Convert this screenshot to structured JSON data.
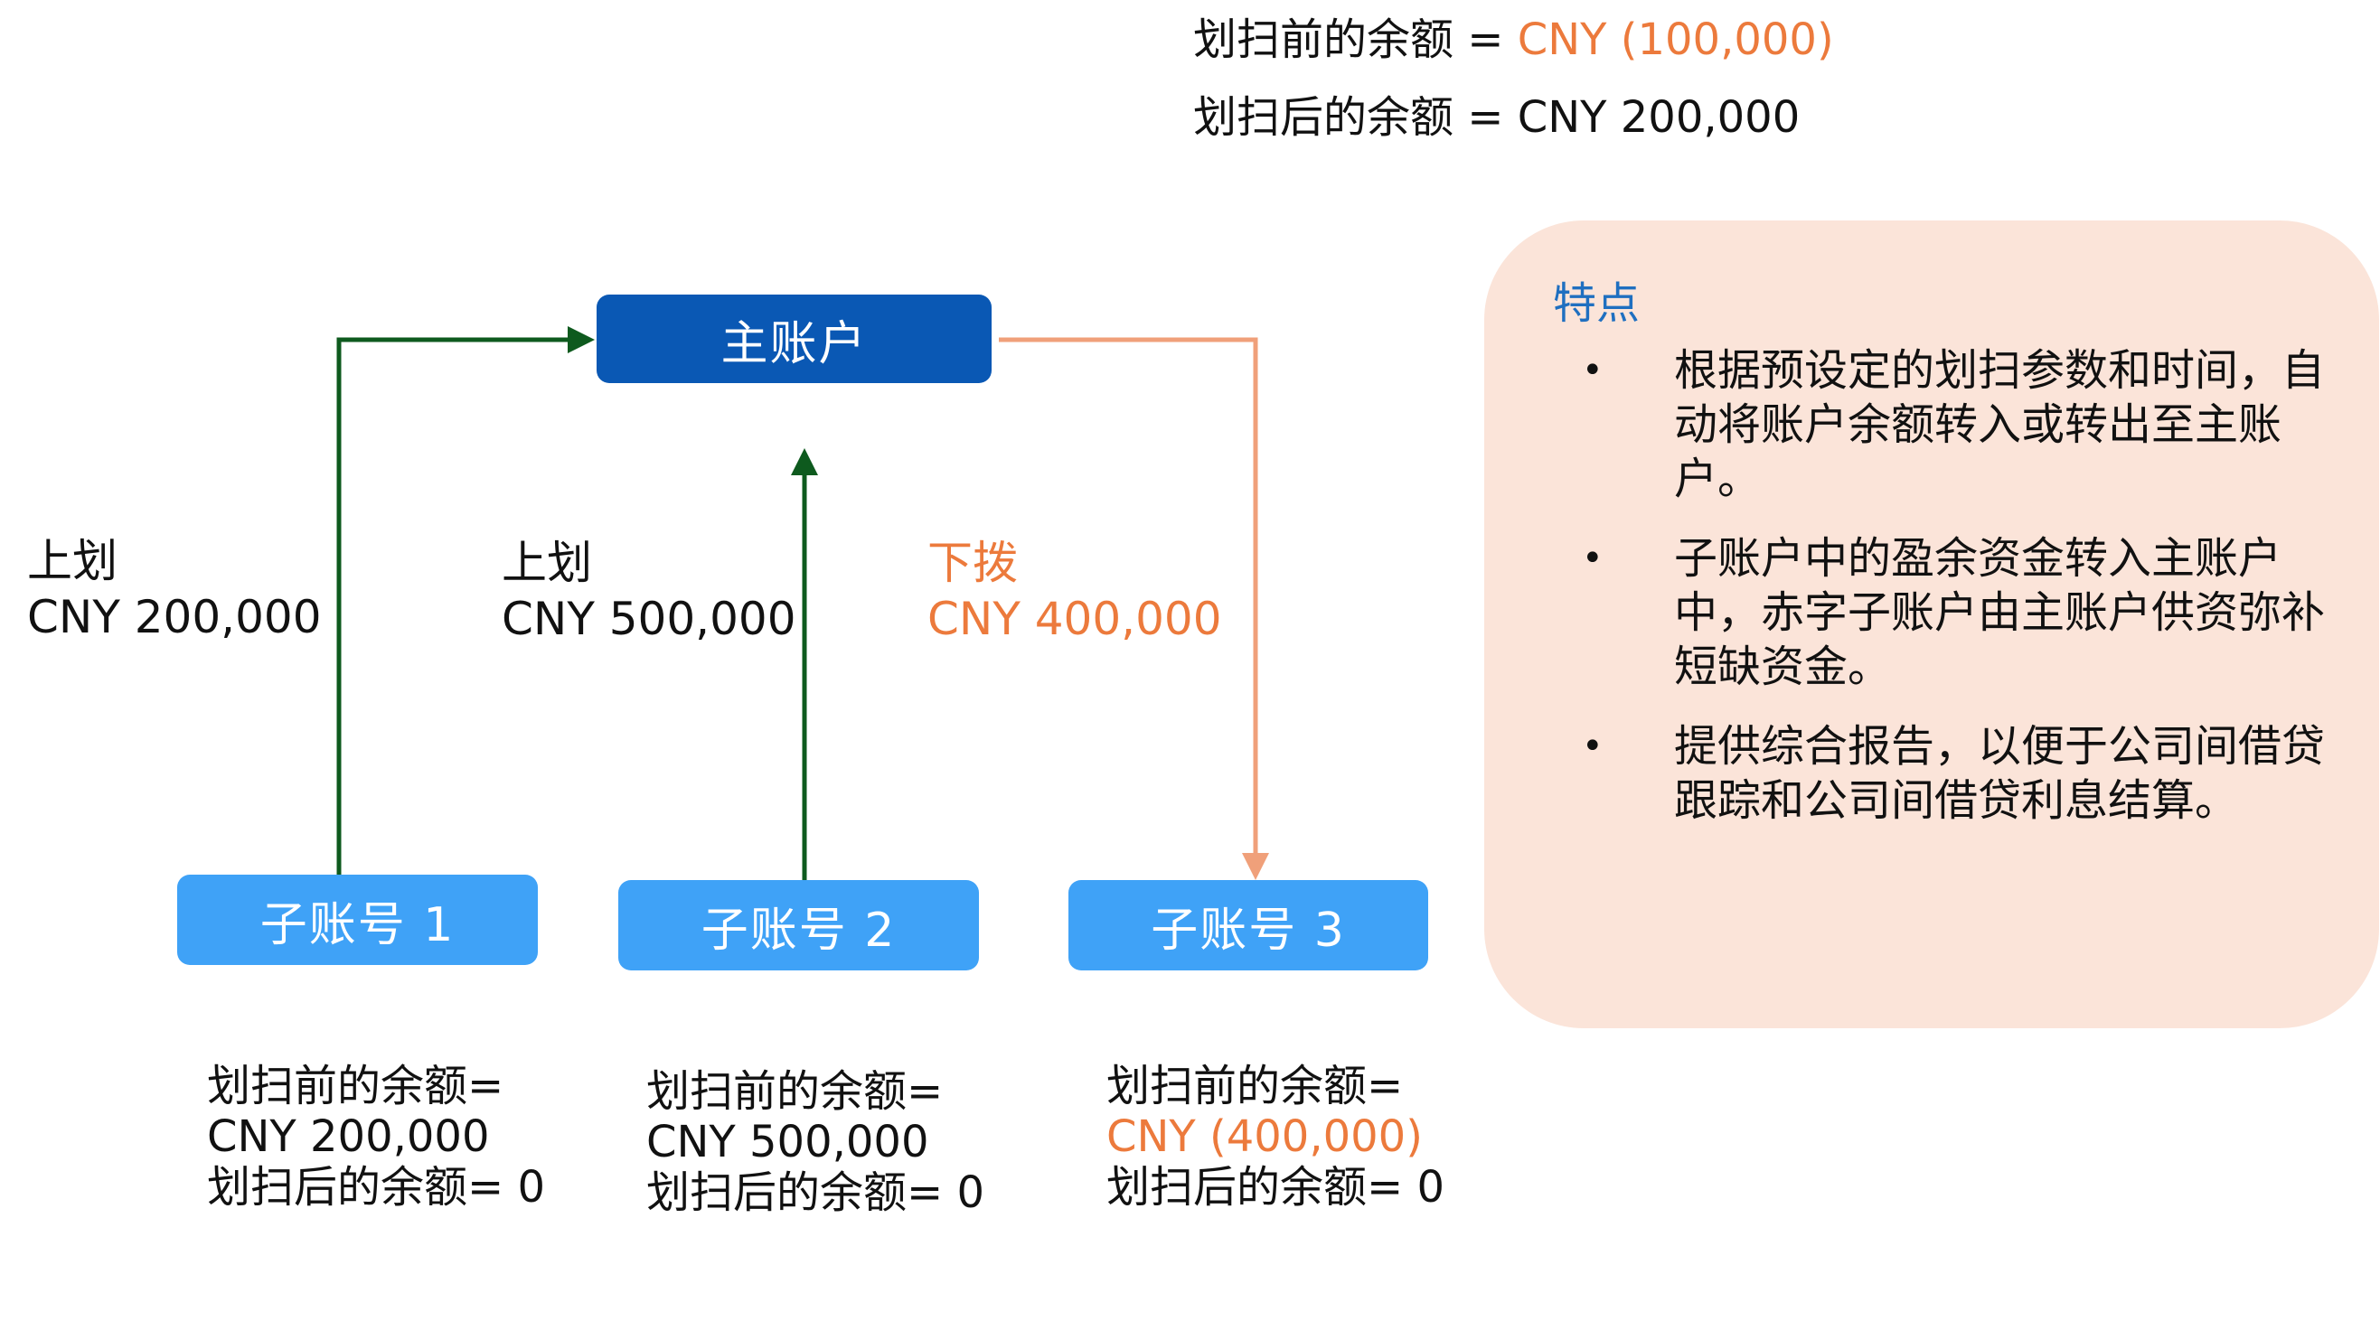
{
  "summary": {
    "before_label": "划扫前的余额 = ",
    "before_value": "CNY (100,000)",
    "after_label": "划扫后的余额 = ",
    "after_value": "CNY 200,000"
  },
  "main_account": {
    "label": "主账户"
  },
  "flows": [
    {
      "direction": "上划",
      "amount": "CNY 200,000"
    },
    {
      "direction": "上划",
      "amount": "CNY 500,000"
    },
    {
      "direction": "下拨",
      "amount": "CNY 400,000"
    }
  ],
  "sub_accounts": [
    {
      "label": "子账号 1",
      "before_label": "划扫前的余额=",
      "before_value": "CNY 200,000",
      "after_text": "划扫后的余额= 0"
    },
    {
      "label": "子账号 2",
      "before_label": "划扫前的余额=",
      "before_value": "CNY 500,000",
      "after_text": "划扫后的余额= 0"
    },
    {
      "label": "子账号 3",
      "before_label": "划扫前的余额=",
      "before_value": "CNY (400,000)",
      "after_text": "划扫后的余额= 0"
    }
  ],
  "features": {
    "title": "特点",
    "bullet_symbol": "•",
    "items": [
      "根据预设定的划扫参数和时间，自动将账户余额转入或转出至主账户。",
      "子账户中的盈余资金转入主账户中，赤字子账户由主账户供资弥补短缺资金。",
      "提供综合报告，以便于公司间借贷跟踪和公司间借贷利息结算。"
    ]
  },
  "colors": {
    "up_arrow": "#0e5a1e",
    "down_arrow": "#f0a07a",
    "main_box": "#0a58b4",
    "sub_box": "#3fa2f7",
    "negative_text": "#ec7a3c",
    "panel_bg": "#fbe4d9",
    "panel_title": "#1f6fc0"
  }
}
